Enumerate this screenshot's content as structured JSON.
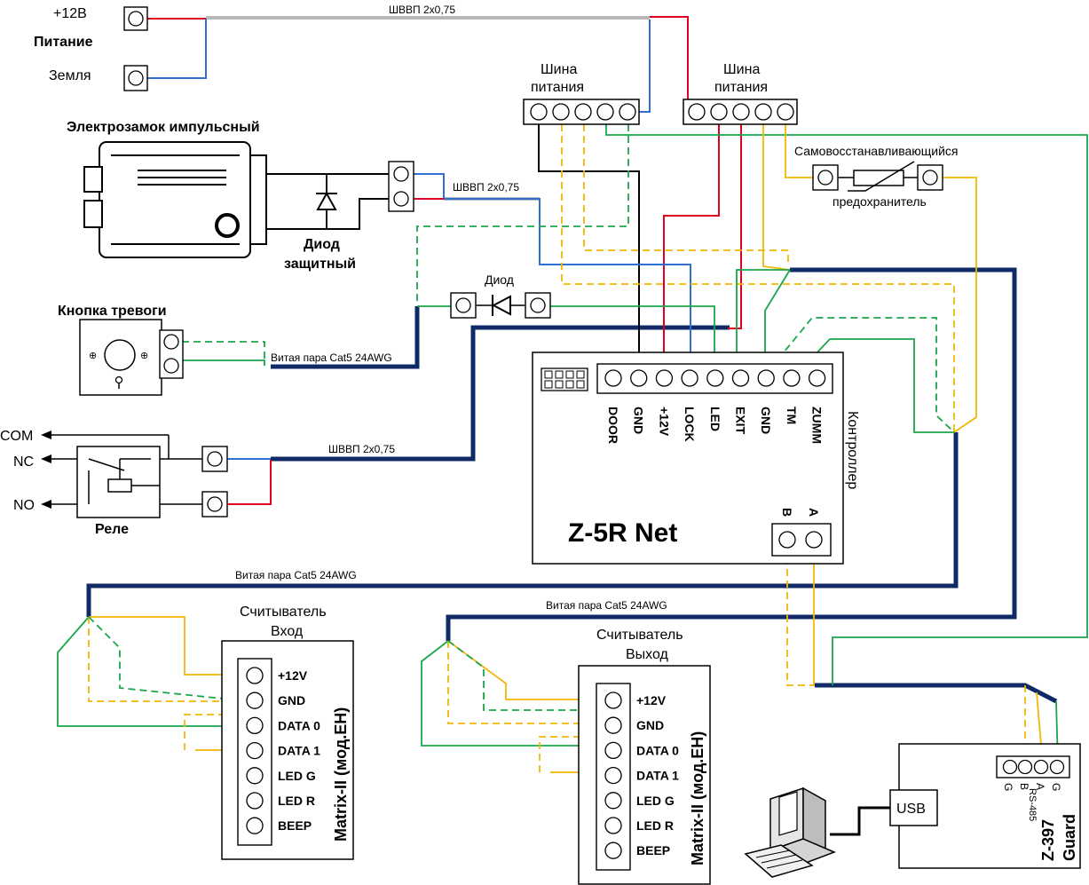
{
  "power": {
    "plus12": "+12В",
    "section": "Питание",
    "ground": "Земля",
    "cable": "ШВВП 2х0,75"
  },
  "busbars": {
    "left_title": [
      "Шина",
      "питания"
    ],
    "right_title": [
      "Шина",
      "питания"
    ]
  },
  "lock": {
    "title": "Электрозамок импульсный",
    "cable": "ШВВП 2х0,75",
    "diode": [
      "Диод",
      "защитный"
    ]
  },
  "fuse": {
    "title": "Самовосстанавливающийся",
    "subtitle": "предохранитель"
  },
  "diode": {
    "label": "Диод"
  },
  "alarm": {
    "title": "Кнопка тревоги",
    "cable": "Витая пара Cat5 24AWG"
  },
  "relay": {
    "title": "Реле",
    "com": "COM",
    "nc": "NC",
    "no": "NO",
    "cable": "ШВВП 2х0,75"
  },
  "controller": {
    "name": "Z-5R Net",
    "side_label": "Контроллер",
    "terminals": [
      "DOOR",
      "GND",
      "+12V",
      "LOCK",
      "LED",
      "EXIT",
      "GND",
      "TM",
      "ZUMM"
    ],
    "rs485": [
      "B",
      "A"
    ]
  },
  "cables": {
    "reader_in": "Витая пара Cat5 24AWG",
    "reader_out": "Витая пара Cat5 24AWG"
  },
  "reader_in": {
    "title": [
      "Считыватель",
      "Вход"
    ],
    "model": "Matrix-II (мод.ЕН)",
    "pins": [
      "+12V",
      "GND",
      "DATA 0",
      "DATA 1",
      "LED G",
      "LED R",
      "BEEP"
    ]
  },
  "reader_out": {
    "title": [
      "Считыватель",
      "Выход"
    ],
    "model": "Matrix-II (мод.ЕН)",
    "pins": [
      "+12V",
      "GND",
      "DATA 0",
      "DATA 1",
      "LED G",
      "LED R",
      "BEEP"
    ]
  },
  "converter": {
    "name": [
      "Z-397",
      "Guard"
    ],
    "rs485_label": "RS-485",
    "pins": [
      "G",
      "B",
      "A",
      "G"
    ],
    "usb": "USB"
  },
  "colors": {
    "red": "#e1001e",
    "blue": "#2f6fd1",
    "green": "#1aa64a",
    "yellow": "#f2b705",
    "cable_gray": "#b8b8b8",
    "cable_navy": "#0f2a66"
  }
}
